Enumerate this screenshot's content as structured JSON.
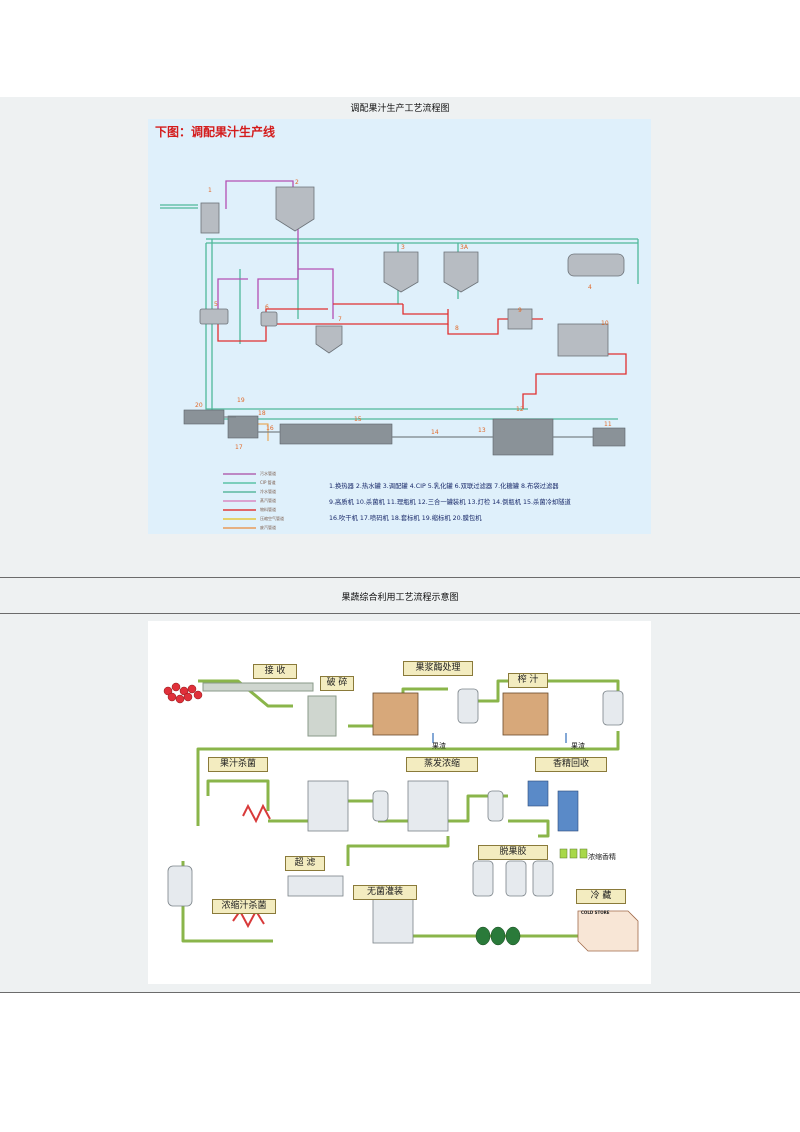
{
  "section1": {
    "caption": "调配果汁生产工艺流程图",
    "figure_title": "下图：调配果汁生产线",
    "equipment_numbers": [
      "1",
      "2",
      "3",
      "3A",
      "4",
      "5",
      "6",
      "7",
      "8",
      "9",
      "10",
      "11",
      "12",
      "13",
      "14",
      "15",
      "16",
      "17",
      "18",
      "19",
      "20"
    ],
    "legend": [
      {
        "label": "污水管道",
        "color": "#b266b2"
      },
      {
        "label": "CIP 管道",
        "color": "#5cc2a8"
      },
      {
        "label": "冷水管道",
        "color": "#5cb8a0"
      },
      {
        "label": "蒸汽管道",
        "color": "#d889c2"
      },
      {
        "label": "物料管道",
        "color": "#e03a3a"
      },
      {
        "label": "压缩空气管道",
        "color": "#e6c83a"
      },
      {
        "label": "废汽管道",
        "color": "#e89a5a"
      }
    ],
    "key_lines": [
      "1.换热器  2.热水罐  3.调配罐  4.CIP  5.乳化罐  6.双联过滤器  7.化糖罐  8.布袋过滤器",
      "9.高质机  10.杀菌机 11.理瓶机 12.三合一罐装机  13.灯检  14.倒瓶机  15.杀菌冷却隧道",
      "16.吹干机  17.喷码机  18.套标机  19.缩标机   20.膜包机"
    ]
  },
  "section2": {
    "caption": "果蔬综合利用工艺流程示意图",
    "stages": {
      "receive": "接 收",
      "crush": "破 碎",
      "pectinase": "果浆酶处理",
      "press": "榨 汁",
      "juice_sterilize": "果汁杀菌",
      "evaporate": "蒸发浓缩",
      "aroma": "香精回收",
      "depectin": "脱果胶",
      "ultrafilter": "超 滤",
      "aseptic": "无菌灌装",
      "conc_sterilize": "浓缩汁杀菌",
      "cold": "冷 藏"
    },
    "labels": {
      "pomace1": "果渣",
      "pomace2": "果渣",
      "conc_aroma": "浓缩香精",
      "cold_store": "COLD STORE"
    }
  }
}
